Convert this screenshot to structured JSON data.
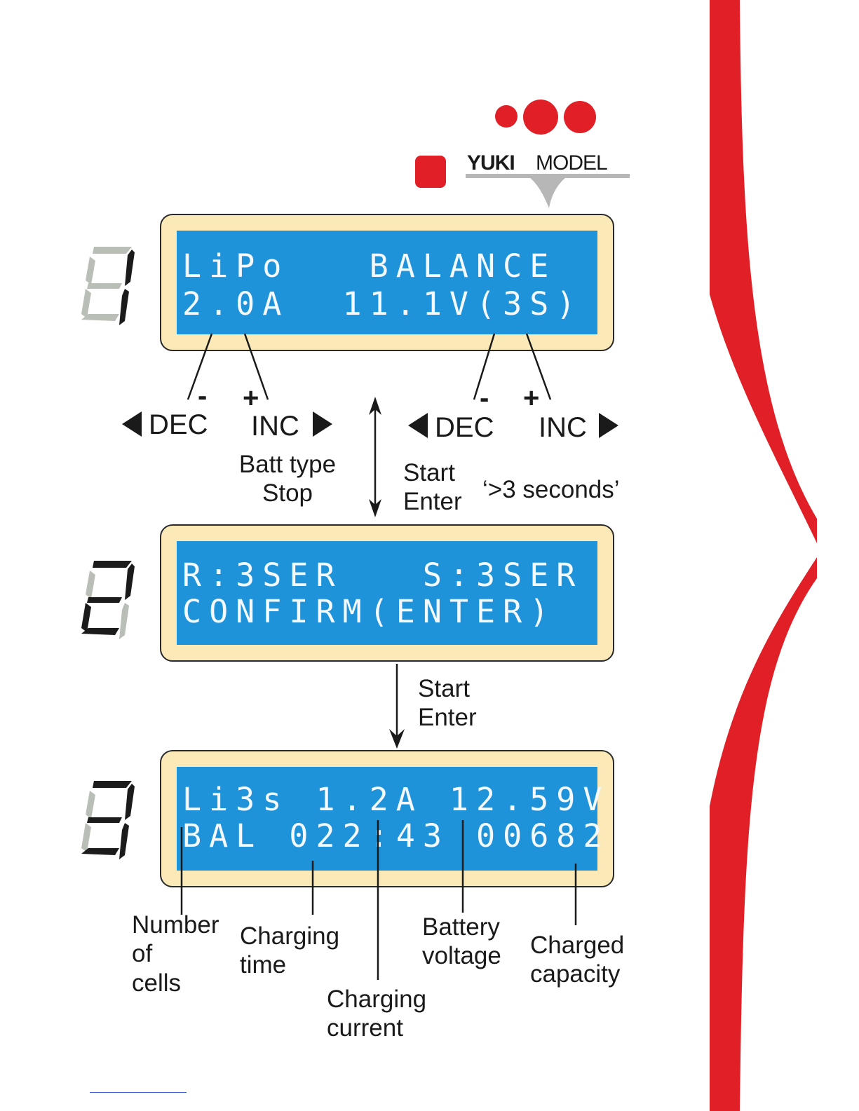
{
  "brand": {
    "name_bold": "YUKI",
    "name_light": "MODEL",
    "color_red": "#e11f26",
    "color_gray": "#b7b7b7"
  },
  "screens": [
    {
      "step": "1",
      "line1": "LiPo   BALANCE",
      "line2": "2.0A  11.1V(3S)"
    },
    {
      "step": "2",
      "line1": "R:3SER   S:3SER",
      "line2": "CONFIRM(ENTER)"
    },
    {
      "step": "3",
      "line1": "Li3s 1.2A 12.59V",
      "line2": "BAL 022:43 00682"
    }
  ],
  "controls": {
    "dec_label": "DEC",
    "inc_label": "INC",
    "minus": "-",
    "plus": "+",
    "batt_type": "Batt type",
    "stop": "Stop",
    "start": "Start",
    "enter": "Enter",
    "hold_note": "‘>3 seconds’"
  },
  "annotations": {
    "cells": "Number\nof\ncells",
    "time": "Charging\ntime",
    "current": "Charging\ncurrent",
    "voltage": "Battery\nvoltage",
    "capacity": "Charged\ncapacity"
  },
  "colors": {
    "lcd_background": "#1f93d9",
    "lcd_text": "#f4f8ff",
    "panel_frame": "#fbeab8",
    "segment_on": "#1b1b1b",
    "segment_off": "#b9bfb7"
  }
}
